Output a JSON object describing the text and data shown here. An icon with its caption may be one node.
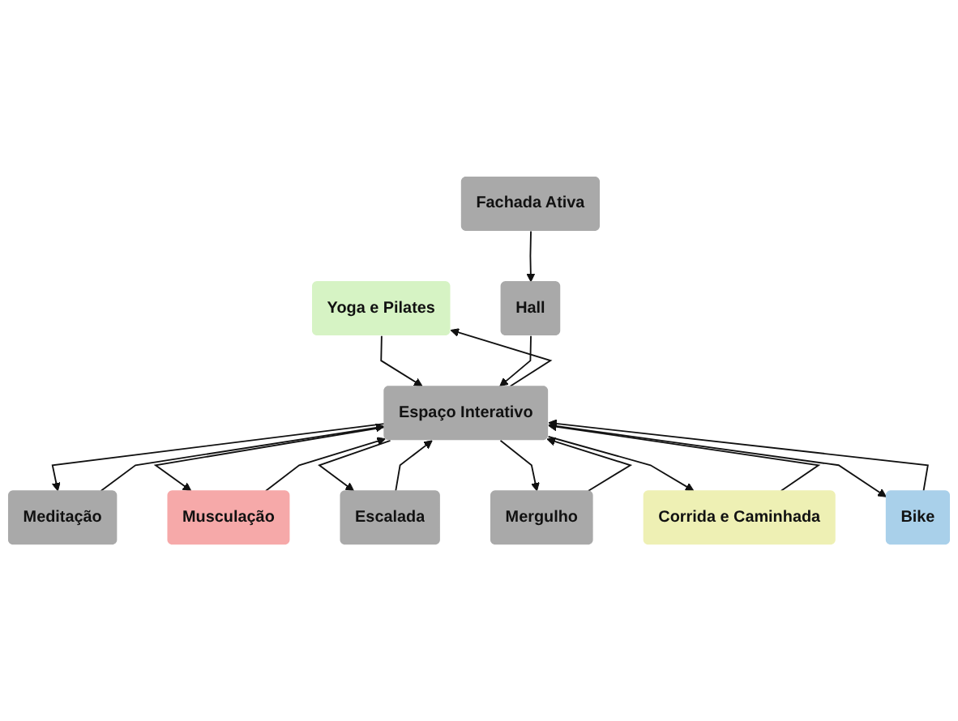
{
  "diagram": {
    "nodes": [
      {
        "text": [
          "Yoga e Pilates"
        ]
      },
      {
        "text": [
          "Meditação"
        ]
      },
      {
        "text": [
          "Musculação"
        ]
      },
      {
        "text": [
          "Escalada"
        ]
      },
      {
        "text": [
          "Espaço Interativo"
        ]
      },
      {
        "text": [
          "Mergulho"
        ]
      },
      {
        "text": [
          "Corrida e Caminhada"
        ]
      },
      {
        "text": [
          "Hall"
        ]
      },
      {
        "text": [
          "Bike"
        ]
      },
      {
        "text": [
          "Fachada Ativa"
        ]
      }
    ],
    "edges": [
      {
        "from": 0,
        "to": 4,
        "arrow": "to"
      },
      {
        "from": 4,
        "to": 0,
        "arrow": "to"
      },
      {
        "from": 4,
        "to": 1,
        "arrow": "to"
      },
      {
        "from": 1,
        "to": 4,
        "arrow": "to"
      },
      {
        "from": 4,
        "to": 2,
        "arrow": "to"
      },
      {
        "from": 2,
        "to": 4,
        "arrow": "to"
      },
      {
        "from": 3,
        "to": 4,
        "arrow": "to"
      },
      {
        "from": 4,
        "to": 3,
        "arrow": "to"
      },
      {
        "from": 4,
        "to": 5,
        "arrow": "to"
      },
      {
        "from": 5,
        "to": 4,
        "arrow": "to"
      },
      {
        "from": 6,
        "to": 4,
        "arrow": "to"
      },
      {
        "from": 4,
        "to": 6,
        "arrow": "to"
      },
      {
        "from": 7,
        "to": 4,
        "arrow": "to"
      },
      {
        "from": 4,
        "to": 8,
        "arrow": "to"
      },
      {
        "from": 8,
        "to": 4,
        "arrow": "to"
      },
      {
        "from": 9,
        "to": 7,
        "arrow": "to"
      }
    ]
  }
}
